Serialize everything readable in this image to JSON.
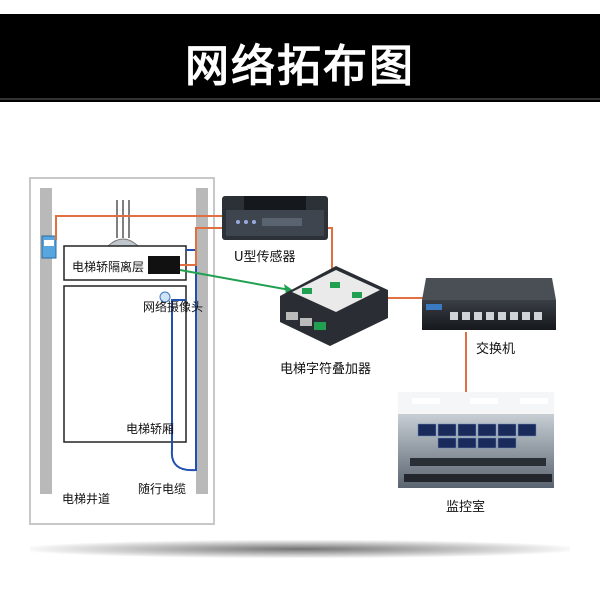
{
  "title": "网络拓布图",
  "labels": {
    "elevator_isolation": "电梯轿隔离层",
    "network_camera": "网络摄像头",
    "elevator_car": "电梯轿厢",
    "elevator_shaft": "电梯井道",
    "traveling_cable": "随行电缆",
    "u_sensor": "U型传感器",
    "char_overlay": "电梯字符叠加器",
    "switch": "交换机",
    "monitor_room": "监控室"
  },
  "colors": {
    "cable_orange": "#e07040",
    "cable_green": "#20a050",
    "cable_blue": "#2050b0",
    "banner": "#000000"
  },
  "icons": {
    "u_sensor": "u-sensor-icon",
    "char_overlay": "overlay-box-icon",
    "switch": "network-switch-icon",
    "monitor_room": "control-room-photo-icon",
    "camera": "camera-icon"
  }
}
